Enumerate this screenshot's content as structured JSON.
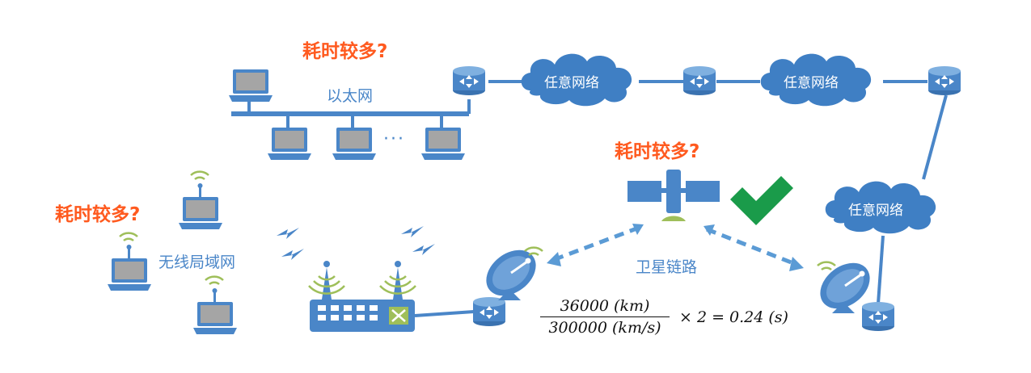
{
  "labels": {
    "ethernet": "以太网",
    "wlan": "无线局域网",
    "satellite_link": "卫星链路",
    "ellipsis": "···",
    "clouds": [
      "任意网络",
      "任意网络",
      "任意网络"
    ],
    "warnings": [
      "耗时较多?",
      "耗时较多?",
      "耗时较多?"
    ]
  },
  "formula": {
    "numerator": "36000 (km)",
    "denominator": "300000 (km/s)",
    "rest": "× 2 = 0.24 (s)"
  },
  "colors": {
    "blue": "#4a86c8",
    "light_blue": "#5b9bd5",
    "cloud": "#3f7fc4",
    "warning": "#ff5a1f",
    "check": "#1a9b4a",
    "signal": "#9fbf5a"
  },
  "icons": [
    "laptop-icon",
    "router-icon",
    "cloud-icon",
    "satellite-icon",
    "satellite-dish-icon",
    "wireless-router-icon",
    "lightning-icon",
    "checkmark-icon"
  ]
}
